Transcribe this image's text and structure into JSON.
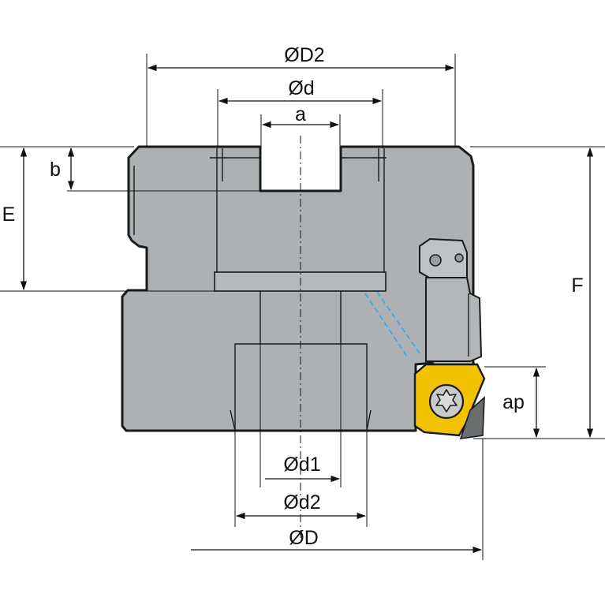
{
  "labels": {
    "D2": "ØD2",
    "d": "Ød",
    "a": "a",
    "b": "b",
    "E": "E",
    "F": "F",
    "ap": "ap",
    "d1": "Ød1",
    "d2": "Ød2",
    "D": "ØD"
  },
  "colors": {
    "body": "#aeb1b3",
    "insert": "#f2c200",
    "hidden_line": "#3aa9e8"
  }
}
